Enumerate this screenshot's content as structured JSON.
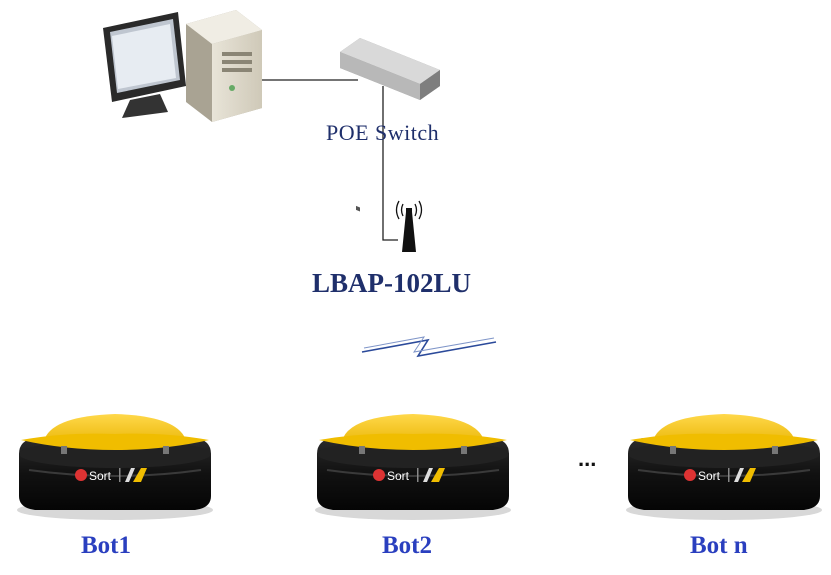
{
  "diagram": {
    "switch_label": "POE Switch",
    "access_point_label": "LBAP-102LU",
    "ellipsis": "...",
    "bots": [
      {
        "label": "Bot1",
        "brand": "Sort"
      },
      {
        "label": "Bot2",
        "brand": "Sort"
      },
      {
        "label": "Bot n",
        "brand": "Sort"
      }
    ],
    "colors": {
      "label_dark_blue": "#1f2f6b",
      "bot_label_blue": "#2a3fbf",
      "bot_top_yellow": "#f5c400",
      "bot_body_black": "#151515",
      "wireless_link_blue": "#2b4a9a"
    },
    "icons": [
      "computer-monitor-icon",
      "pc-tower-icon",
      "network-switch-icon",
      "antenna-icon",
      "wireless-link-icon",
      "robot-icon"
    ]
  }
}
